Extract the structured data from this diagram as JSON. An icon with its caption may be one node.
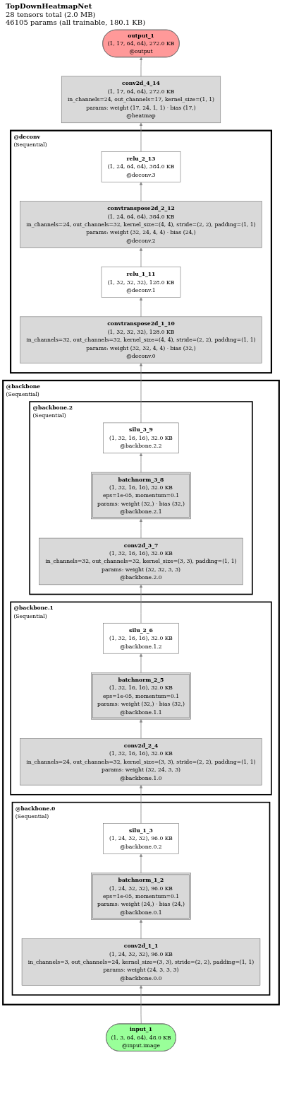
{
  "diagram": {
    "title": "TopDownHeatmapNet",
    "nodes": [
      {
        "text": [
          "output_1",
          "(1, 17, 64, 64), 272.0 KB",
          "@output"
        ]
      },
      {
        "text": [
          "conv2d_4_14",
          "(1, 17, 64, 64), 272.0 KB",
          "in_channels=24, out_channels=17, kernel_size=(1, 1)",
          "params: weight (17, 24, 1, 1) · bias (17,)",
          "@heatmap"
        ]
      },
      {
        "text": [
          "@deconv",
          "(Sequential)"
        ]
      },
      {
        "text": [
          "relu_2_13",
          "(1, 24, 64, 64), 384.0 KB",
          "@deconv.3"
        ],
        "in": 2
      },
      {
        "text": [
          "convtranspose2d_2_12",
          "(1, 24, 64, 64), 384.0 KB",
          "in_channels=24, out_channels=32, kernel_size=(4, 4), stride=(2, 2), padding=(1, 1)",
          "params: weight (32, 24, 4, 4) · bias (24,)",
          "@deconv.2"
        ],
        "in": 2
      },
      {
        "text": [
          "relu_1_11",
          "(1, 32, 32, 32), 128.0 KB",
          "@deconv.1"
        ],
        "in": 2
      },
      {
        "text": [
          "convtranspose2d_1_10",
          "(1, 32, 32, 32), 128.0 KB",
          "in_channels=32, out_channels=32, kernel_size=(4, 4), stride=(2, 2), padding=(1, 1)",
          "params: weight (32, 32, 4, 4) · bias (32,)",
          "@deconv.0"
        ],
        "in": 2
      },
      {
        "text": [
          "@backbone",
          "(Sequential)"
        ]
      },
      {
        "text": [
          "@backbone.2",
          "(Sequential)"
        ],
        "in": 7
      },
      {
        "text": [
          "silu_3_9",
          "(1, 32, 16, 16), 32.0 KB",
          "@backbone.2.2"
        ],
        "in": 8
      },
      {
        "text": [
          "batchnorm_3_8",
          "(1, 32, 16, 16), 32.0 KB",
          "eps=1e-05, momentum=0.1",
          "params: weight (32,) · bias (32,)",
          "@backbone.2.1"
        ],
        "in": 8
      },
      {
        "text": [
          "conv2d_3_7",
          "(1, 32, 16, 16), 32.0 KB",
          "in_channels=32, out_channels=32, kernel_size=(3, 3), padding=(1, 1)",
          "params: weight (32, 32, 3, 3)",
          "@backbone.2.0"
        ],
        "in": 8
      },
      {
        "text": [
          "@backbone.1",
          "(Sequential)"
        ],
        "in": 7
      },
      {
        "text": [
          "silu_2_6",
          "(1, 32, 16, 16), 32.0 KB",
          "@backbone.1.2"
        ],
        "in": 12
      },
      {
        "text": [
          "batchnorm_2_5",
          "(1, 32, 16, 16), 32.0 KB",
          "eps=1e-05, momentum=0.1",
          "params: weight (32,) · bias (32,)",
          "@backbone.1.1"
        ],
        "in": 12
      },
      {
        "text": [
          "conv2d_2_4",
          "(1, 32, 16, 16), 32.0 KB",
          "in_channels=24, out_channels=32, kernel_size=(3, 3), stride=(2, 2), padding=(1, 1)",
          "params: weight (32, 24, 3, 3)",
          "@backbone.1.0"
        ],
        "in": 12
      },
      {
        "text": [
          "@backbone.0",
          "(Sequential)"
        ],
        "in": 7
      },
      {
        "text": [
          "silu_1_3",
          "(1, 24, 32, 32), 96.0 KB",
          "@backbone.0.2"
        ],
        "in": 16
      },
      {
        "text": [
          "batchnorm_1_2",
          "(1, 24, 32, 32), 96.0 KB",
          "eps=1e-05, momentum=0.1",
          "params: weight (24,) · bias (24,)",
          "@backbone.0.1"
        ],
        "in": 16
      },
      {
        "text": [
          "conv2d_1_1",
          "(1, 24, 32, 32), 96.0 KB",
          "in_channels=3, out_channels=24, kernel_size=(3, 3), stride=(2, 2), padding=(1, 1)",
          "params: weight (24, 3, 3, 3)",
          "@backbone.0.0"
        ],
        "in": 16
      },
      {
        "text": [
          "input_1",
          "(1, 3, 64, 64), 48.0 KB",
          "@input.image"
        ]
      }
    ],
    "edges": [
      {
        "from": 20,
        "to": 19,
        "arrow": "to"
      },
      {
        "from": 19,
        "to": 18,
        "arrow": "to"
      },
      {
        "from": 18,
        "to": 17,
        "arrow": "to"
      },
      {
        "from": 17,
        "to": 15,
        "arrow": "to"
      },
      {
        "from": 15,
        "to": 14,
        "arrow": "to"
      },
      {
        "from": 14,
        "to": 13,
        "arrow": "to"
      },
      {
        "from": 13,
        "to": 11,
        "arrow": "to"
      },
      {
        "from": 11,
        "to": 10,
        "arrow": "to"
      },
      {
        "from": 10,
        "to": 9,
        "arrow": "to"
      },
      {
        "from": 9,
        "to": 6,
        "arrow": "to"
      },
      {
        "from": 6,
        "to": 5,
        "arrow": "to"
      },
      {
        "from": 5,
        "to": 4,
        "arrow": "to"
      },
      {
        "from": 4,
        "to": 3,
        "arrow": "to"
      },
      {
        "from": 3,
        "to": 1,
        "arrow": "to"
      },
      {
        "from": 1,
        "to": 0,
        "arrow": "to"
      }
    ],
    "labels": [
      "28 tensors total (2.0 MB)",
      "46105 params (all trainable, 180.1 KB)"
    ]
  }
}
